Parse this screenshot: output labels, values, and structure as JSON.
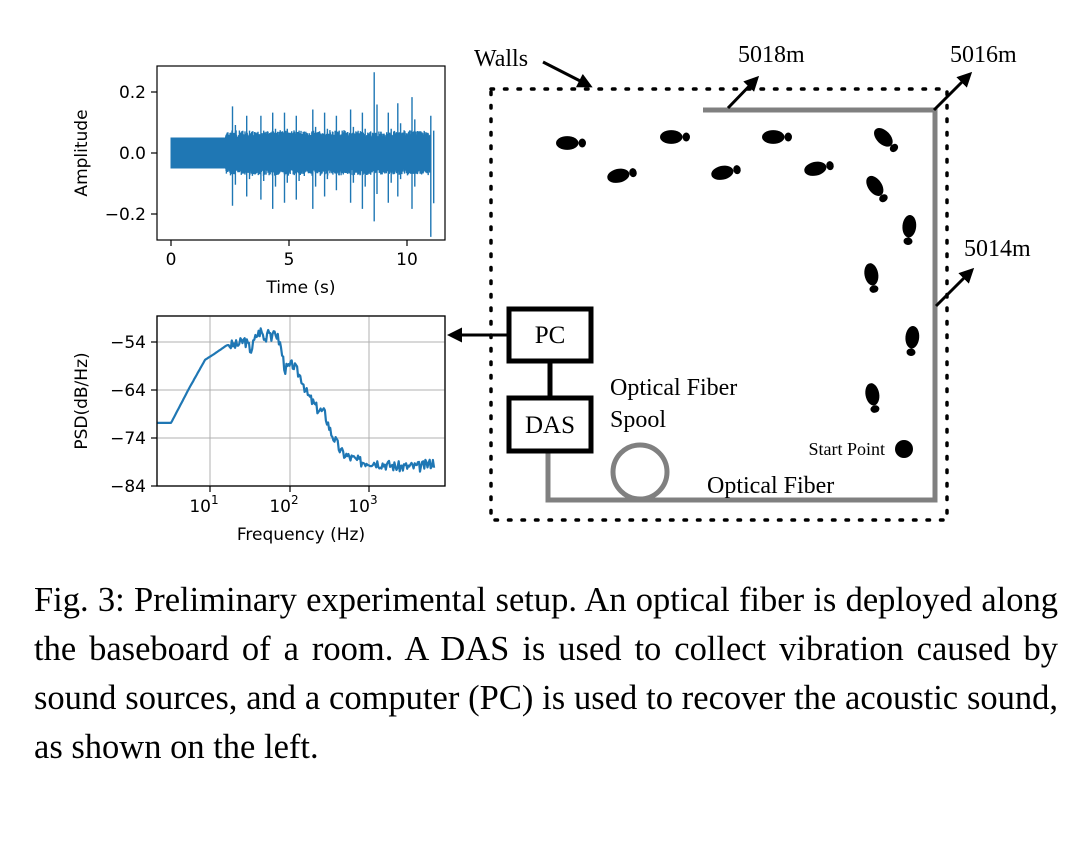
{
  "figure": {
    "time_plot": {
      "ylabel": "Amplitude",
      "xlabel": "Time (s)",
      "yticks": [
        "0.2",
        "0.0",
        "−0.2"
      ],
      "xticks": [
        "0",
        "5",
        "10"
      ],
      "color": "#1f77b4"
    },
    "psd_plot": {
      "ylabel": "PSD(dB/Hz)",
      "xlabel": "Frequency (Hz)",
      "yticks": [
        "−54",
        "−64",
        "−74",
        "−84"
      ],
      "xticks": [
        {
          "base": "10",
          "exp": "1"
        },
        {
          "base": "10",
          "exp": "2"
        },
        {
          "base": "10",
          "exp": "3"
        }
      ],
      "color": "#1f77b4"
    },
    "setup": {
      "walls_label": "Walls",
      "pc_label": "PC",
      "das_label": "DAS",
      "spool_label_line1": "Optical Fiber",
      "spool_label_line2": "Spool",
      "fiber_label": "Optical Fiber",
      "start_label": "Start Point",
      "marker_5018": "5018m",
      "marker_5016": "5016m",
      "marker_5014": "5014m",
      "fiber_color": "#808080"
    }
  },
  "chart_data": [
    {
      "type": "line",
      "xlabel": "Time (s)",
      "ylabel": "Amplitude",
      "xlim": [
        -0.6,
        11.6
      ],
      "ylim": [
        -0.28,
        0.28
      ],
      "series": [
        {
          "envelope_x": [
            0,
            2.3,
            2.6,
            3.2,
            3.8,
            4.3,
            4.8,
            5.3,
            6.0,
            6.5,
            7.0,
            7.6,
            8.1,
            8.6,
            9.2,
            9.6,
            10.2,
            11.0
          ],
          "envelope_upper": [
            0.05,
            0.05,
            0.15,
            0.12,
            0.12,
            0.13,
            0.13,
            0.12,
            0.14,
            0.13,
            0.12,
            0.14,
            0.13,
            0.26,
            0.13,
            0.16,
            0.18,
            0.12
          ],
          "envelope_lower": [
            -0.05,
            -0.05,
            -0.17,
            -0.14,
            -0.15,
            -0.18,
            -0.16,
            -0.15,
            -0.18,
            -0.14,
            -0.12,
            -0.16,
            -0.18,
            -0.22,
            -0.16,
            -0.14,
            -0.18,
            -0.27
          ]
        }
      ]
    },
    {
      "type": "line",
      "xlabel": "Frequency (Hz)",
      "ylabel": "PSD(dB/Hz)",
      "xscale": "log",
      "xlim": [
        2,
        8000
      ],
      "ylim": [
        -84,
        -49
      ],
      "series": [
        {
          "x": [
            2,
            3,
            5,
            8,
            10,
            15,
            20,
            25,
            30,
            35,
            40,
            45,
            50,
            55,
            60,
            70,
            80,
            100,
            130,
            150,
            200,
            250,
            300,
            350,
            400,
            500,
            700,
            1000,
            2000,
            4000,
            6000
          ],
          "y": [
            -71,
            -71,
            -64,
            -58,
            -57,
            -55,
            -55,
            -54,
            -56,
            -53,
            -52,
            -54,
            -51,
            -54,
            -52,
            -55,
            -60,
            -59,
            -62,
            -65,
            -68,
            -69,
            -73,
            -75,
            -77,
            -78,
            -79,
            -79,
            -80,
            -80,
            -79
          ]
        }
      ]
    }
  ]
}
